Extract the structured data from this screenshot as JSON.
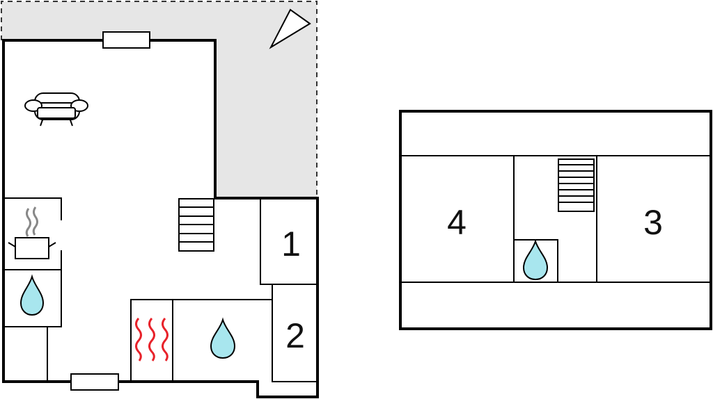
{
  "ground_floor": {
    "rooms": [
      {
        "id": "room-1",
        "label": "1"
      },
      {
        "id": "room-2",
        "label": "2"
      }
    ],
    "icons": [
      "sofa-icon",
      "cooking-pot-icon",
      "water-drop-icon",
      "water-drop-icon",
      "sauna-heat-icon",
      "stairs-icon",
      "north-arrow-icon"
    ]
  },
  "upper_floor": {
    "rooms": [
      {
        "id": "room-3",
        "label": "3"
      },
      {
        "id": "room-4",
        "label": "4"
      }
    ],
    "icons": [
      "stairs-icon",
      "water-drop-icon"
    ]
  },
  "colors": {
    "terrace": "#e6e6e6",
    "water": "#a8e6ee",
    "heat": "#e8222a",
    "walls": "#000000"
  }
}
